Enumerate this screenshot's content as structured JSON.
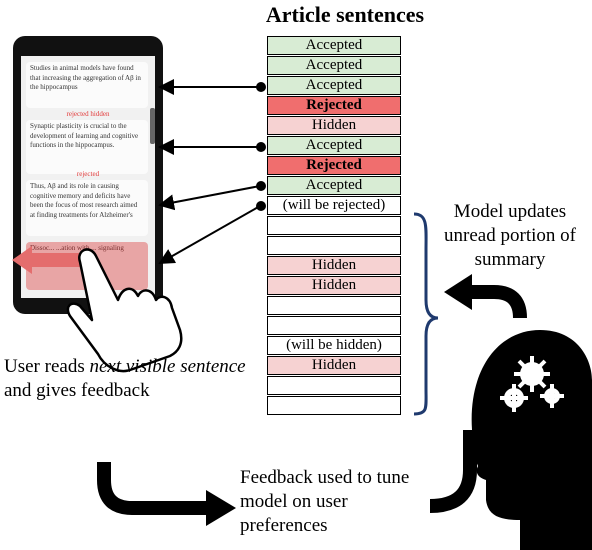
{
  "title": "Article sentences",
  "phone": {
    "cards": [
      "Studies in animal models have found that increasing the aggregation of Aβ in the hippocampus",
      "Synaptic plasticity is crucial to the development of learning and cognitive functions in the hippocampus.",
      "Thus, Aβ and its role in causing cognitive memory and deficits have been the focus of most research aimed at finding treatments for Alzheimer's",
      "Dissoc... ...ation with ... signaling abilities increase..."
    ],
    "marks": [
      "rejected   hidden",
      "rejected"
    ]
  },
  "sentences": [
    {
      "label": "Accepted",
      "status": "accepted"
    },
    {
      "label": "Accepted",
      "status": "accepted"
    },
    {
      "label": "Accepted",
      "status": "accepted"
    },
    {
      "label": "Rejected",
      "status": "rejected"
    },
    {
      "label": "Hidden",
      "status": "hidden"
    },
    {
      "label": "Accepted",
      "status": "accepted"
    },
    {
      "label": "Rejected",
      "status": "rejected"
    },
    {
      "label": "Accepted",
      "status": "accepted"
    },
    {
      "label": "(will be rejected)",
      "status": "blank"
    },
    {
      "label": "",
      "status": "blank"
    },
    {
      "label": "",
      "status": "blank"
    },
    {
      "label": "Hidden",
      "status": "hidden"
    },
    {
      "label": "Hidden",
      "status": "hidden"
    },
    {
      "label": "",
      "status": "blank"
    },
    {
      "label": "",
      "status": "blank"
    },
    {
      "label": "(will be hidden)",
      "status": "blank"
    },
    {
      "label": "Hidden",
      "status": "hidden"
    },
    {
      "label": "",
      "status": "blank"
    },
    {
      "label": "",
      "status": "blank"
    }
  ],
  "captions": {
    "user_prefix": "User reads ",
    "user_emph": "next visible sentence",
    "user_suffix": " and gives feedback",
    "model": "Model updates unread portion of summary",
    "feedback": "Feedback used to tune model on user preferences"
  },
  "colors": {
    "accepted": "#d8ecd4",
    "rejected": "#f06e6e",
    "hidden": "#f6d2d2",
    "reject_mark": "#e23b3b"
  },
  "icons": [
    "hand-pointer-icon",
    "head-gears-icon",
    "curved-arrow-icon"
  ]
}
